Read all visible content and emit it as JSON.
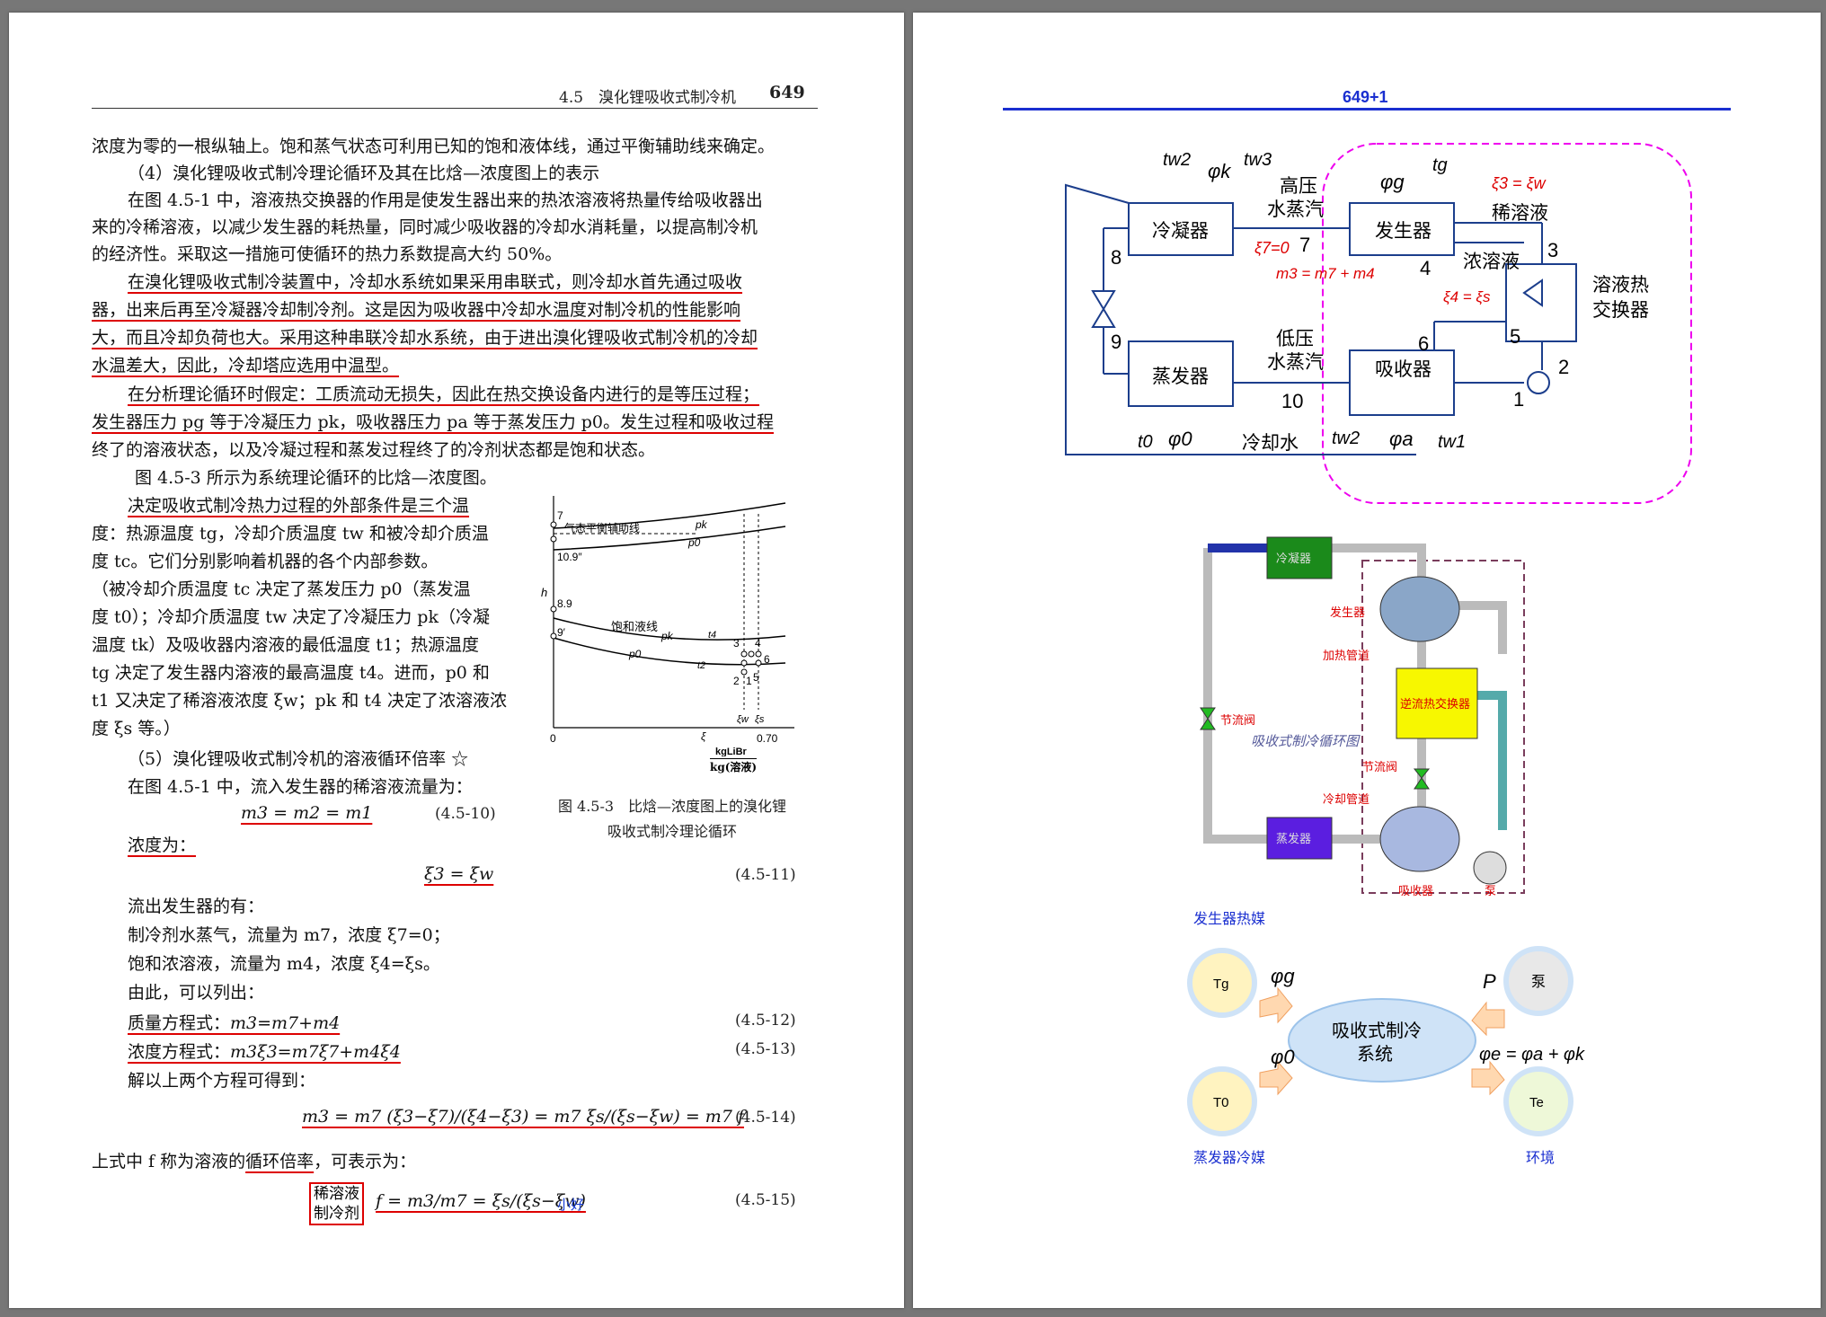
{
  "left_page": {
    "header": {
      "section": "4.5　溴化锂吸收式制冷机",
      "page_no": "649"
    },
    "lines": [
      "浓度为零的一根纵轴上。饱和蒸气状态可利用已知的饱和液体线，通过平衡辅助线来确定。",
      "（4）溴化锂吸收式制冷理论循环及其在比焓—浓度图上的表示",
      "在图 4.5-1 中，溶液热交换器的作用是使发生器出来的热浓溶液将热量传给吸收器出",
      "来的冷稀溶液，以减少发生器的耗热量，同时减少吸收器的冷却水消耗量，以提高制冷机",
      "的经济性。采取这一措施可使循环的热力系数提高大约 50%。",
      "在溴化锂吸收式制冷装置中，冷却水系统如果采用串联式，则冷却水首先通过吸收",
      "器，出来后再至冷凝器冷却制冷剂。这是因为吸收器中冷却水温度对制冷机的性能影响",
      "大，而且冷却负荷也大。采用这种串联冷却水系统，由于进出溴化锂吸收式制冷机的冷却",
      "水温差大，因此，冷却塔应选用中温型。",
      "在分析理论循环时假定：工质流动无损失，因此在热交换设备内进行的是等压过程；",
      "发生器压力 pg 等于冷凝压力 pk，吸收器压力 pa 等于蒸发压力 p0。发生过程和吸收过程",
      "终了的溶液状态，以及冷凝过程和蒸发过程终了的冷剂状态都是饱和状态。"
    ],
    "col_lines": [
      "图 4.5-3 所示为系统理论循环的比焓—浓度图。",
      "决定吸收式制冷热力过程的外部条件是三个温",
      "度：热源温度 tg，冷却介质温度 tw 和被冷却介质温",
      "度 tc。它们分别影响着机器的各个内部参数。",
      "（被冷却介质温度 tc 决定了蒸发压力 p0（蒸发温",
      "度 t0）；冷却介质温度 tw 决定了冷凝压力 pk（冷凝",
      "温度 tk）及吸收器内溶液的最低温度 t1；热源温度",
      "tg 决定了发生器内溶液的最高温度 t4。进而，p0 和",
      "t1 又决定了稀溶液浓度 ξw；pk 和 t4 决定了浓溶液浓",
      "度 ξs 等。）",
      "（5）溴化锂吸收式制冷机的溶液循环倍率 ☆",
      "在图 4.5-1 中，流入发生器的稀溶液流量为："
    ],
    "figure": {
      "caption_1": "图 4.5-3　比焓—浓度图上的溴化锂",
      "caption_2": "吸收式制冷理论循环",
      "aux_label": "气态平衡辅助线",
      "sat_label": "饱和液线",
      "h_label": "h",
      "xi_label": "ξ",
      "unit_num": "kgLiBr",
      "unit_den": "kg(溶液)",
      "tick_0": "0",
      "tick_070": "0.70",
      "pk": "pk",
      "p0": "p0",
      "pt_7": "7",
      "pt_109": "10.9″",
      "pt_89": "8.9",
      "pt_9": "9′",
      "pt_t4": "t4",
      "pt_t2": "t2",
      "pt_3": "3",
      "pt_4": "4",
      "pt_5": "5",
      "pt_6": "6",
      "pt_2": "2",
      "pt_1": "1",
      "xi_w": "ξw",
      "xi_s": "ξs"
    },
    "equations": {
      "eq10": "m3 = m2 = m1",
      "eq10_no": "(4.5-10)",
      "conc_label": "浓度为：",
      "eq11": "ξ3 = ξw",
      "eq11_no": "(4.5-11)",
      "out_label": "流出发生器的有：",
      "item1": "制冷剂水蒸气，流量为 m7，浓度 ξ7=0；",
      "item2": "饱和浓溶液，流量为 m4，浓度 ξ4=ξs。",
      "then": "由此，可以列出：",
      "eq12_label": "质量方程式：",
      "eq12": "m3=m7+m4",
      "eq12_no": "(4.5-12)",
      "eq13_label": "浓度方程式：",
      "eq13": "m3ξ3=m7ξ7+m4ξ4",
      "eq13_no": "(4.5-13)",
      "solve": "解以上两个方程可得到：",
      "eq14": "m3 = m7 (ξ3−ξ7)/(ξ4−ξ3) = m7 ξs/(ξs−ξw) = m7 f",
      "eq14_no": "(4.5-14)",
      "f_text_1": "上式中 f 称为溶液的",
      "f_text_2": "循环倍率",
      "f_text_3": "，可表示为：",
      "box_1": "稀溶液",
      "box_2": "制冷剂",
      "eq15": "f = m3/m7 = ξs/(ξs−ξw)",
      "eq15_no": "(4.5-15)",
      "note": "小好"
    }
  },
  "right_page": {
    "header": "649+1",
    "diagram1": {
      "condenser": "冷凝器",
      "generator": "发生器",
      "evaporator": "蒸发器",
      "absorber": "吸收器",
      "hp_vapor_1": "高压",
      "hp_vapor_2": "水蒸汽",
      "lp_vapor_1": "低压",
      "lp_vapor_2": "水蒸汽",
      "dilute": "稀溶液",
      "strong": "浓溶液",
      "hx_1": "溶液热",
      "hx_2": "交换器",
      "cooling_water": "冷却水",
      "tw2": "tw2",
      "tw3": "tw3",
      "phik": "φk",
      "phig": "φg",
      "tg": "tg",
      "t0": "t0",
      "phi0": "φ0",
      "phia": "φa",
      "tw1": "tw1",
      "xi3": "ξ3 = ξw",
      "xi7": "ξ7=0",
      "m3": "m3 = m7 + m4",
      "xi4": "ξ4 = ξs",
      "n1": "1",
      "n2": "2",
      "n3": "3",
      "n4": "4",
      "n5": "5",
      "n6": "6",
      "n7": "7",
      "n8": "8",
      "n9": "9",
      "n10": "10"
    },
    "diagram2": {
      "condenser": "冷凝器",
      "generator": "发生器",
      "heating_pipe": "加热管道",
      "throttle1": "节流阀",
      "throttle2": "节流阀",
      "hx": "逆流热交换器",
      "title": "吸收式制冷循环图",
      "cooling_pipe": "冷却管道",
      "evaporator": "蒸发器",
      "absorber": "吸收器",
      "pump": "泵"
    },
    "diagram3": {
      "gen_medium": "发生器热媒",
      "evap_medium": "蒸发器冷媒",
      "env": "环境",
      "Tg": "Tg",
      "T0": "T0",
      "pump": "泵",
      "Te": "Te",
      "center_1": "吸收式制冷",
      "center_2": "系统",
      "phig": "φg",
      "phi0": "φ0",
      "P": "P",
      "balance": "φe = φa + φk"
    },
    "colors": {
      "header_blue": "#1a2fd0",
      "accent_red": "#dd0000",
      "magenta": "#ee00ee"
    }
  }
}
